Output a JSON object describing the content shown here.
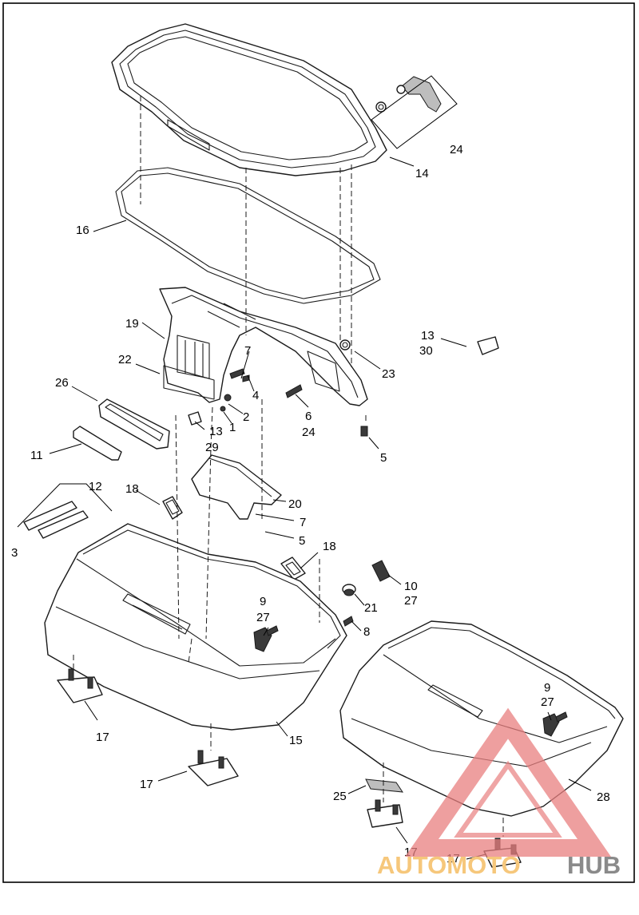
{
  "diagram": {
    "callouts": [
      {
        "id": "c14",
        "text": "14"
      },
      {
        "id": "c24a",
        "text": "24"
      },
      {
        "id": "c16",
        "text": "16"
      },
      {
        "id": "c19",
        "text": "19"
      },
      {
        "id": "c22",
        "text": "22"
      },
      {
        "id": "c7a",
        "text": "7"
      },
      {
        "id": "c4",
        "text": "4"
      },
      {
        "id": "c2",
        "text": "2"
      },
      {
        "id": "c1",
        "text": "1"
      },
      {
        "id": "c13a",
        "text": "13"
      },
      {
        "id": "c29",
        "text": "29"
      },
      {
        "id": "c6",
        "text": "6"
      },
      {
        "id": "c24b",
        "text": "24"
      },
      {
        "id": "c23",
        "text": "23"
      },
      {
        "id": "c13b",
        "text": "13"
      },
      {
        "id": "c30",
        "text": "30"
      },
      {
        "id": "c5a",
        "text": "5"
      },
      {
        "id": "c26",
        "text": "26"
      },
      {
        "id": "c11",
        "text": "11"
      },
      {
        "id": "c12",
        "text": "12"
      },
      {
        "id": "c3",
        "text": "3"
      },
      {
        "id": "c18a",
        "text": "18"
      },
      {
        "id": "c20",
        "text": "20"
      },
      {
        "id": "c7b",
        "text": "7"
      },
      {
        "id": "c5b",
        "text": "5"
      },
      {
        "id": "c18b",
        "text": "18"
      },
      {
        "id": "c10",
        "text": "10"
      },
      {
        "id": "c27a",
        "text": "27"
      },
      {
        "id": "c21",
        "text": "21"
      },
      {
        "id": "c9a",
        "text": "9"
      },
      {
        "id": "c27b",
        "text": "27"
      },
      {
        "id": "c8",
        "text": "8"
      },
      {
        "id": "c15",
        "text": "15"
      },
      {
        "id": "c17a",
        "text": "17"
      },
      {
        "id": "c17b",
        "text": "17"
      },
      {
        "id": "c9b",
        "text": "9"
      },
      {
        "id": "c27c",
        "text": "27"
      },
      {
        "id": "c28",
        "text": "28"
      },
      {
        "id": "c25",
        "text": "25"
      },
      {
        "id": "c17c",
        "text": "17"
      },
      {
        "id": "c17d",
        "text": "17"
      }
    ]
  },
  "watermark": {
    "brand_part1": "AUTOMOTO",
    "brand_part2": "HUB",
    "color_primary": "#e87f7f",
    "color_text1": "#f6c77b",
    "color_text2": "#8a8a8a"
  }
}
